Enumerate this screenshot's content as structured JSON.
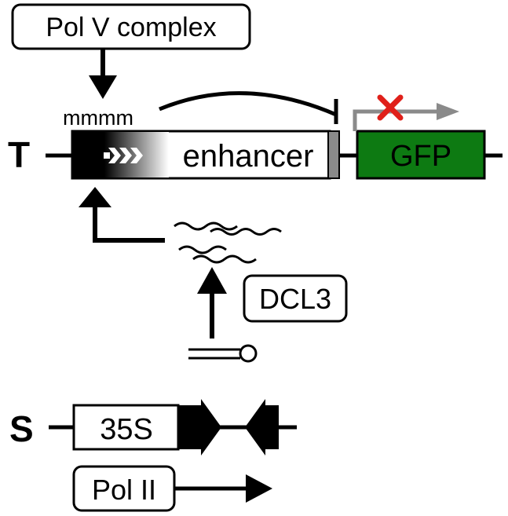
{
  "top_construct": {
    "label": "T",
    "methylation": "mmmm",
    "enhancer_label": "enhancer",
    "gfp_label": "GFP",
    "gfp_color": "#0d7a12",
    "transcription_blocked_mark_color": "#e0201a",
    "promoter_arrow_color": "#8a8a8a",
    "methylation_color": "#1a1acc"
  },
  "pol_v": {
    "label": "Pol V complex"
  },
  "dcl3": {
    "label": "DCL3"
  },
  "bottom_construct": {
    "label": "S",
    "promoter_label": "35S"
  },
  "pol_ii": {
    "label": "Pol II"
  }
}
